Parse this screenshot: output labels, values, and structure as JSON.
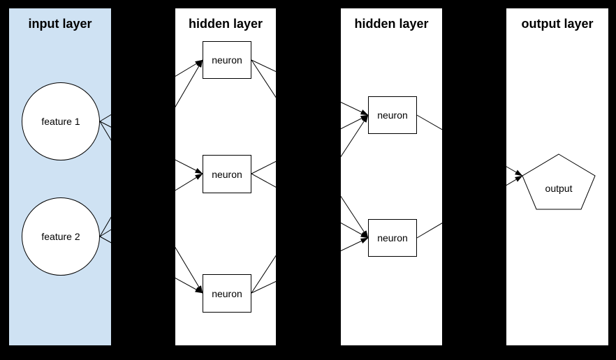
{
  "diagram": {
    "type": "neural-network",
    "background_color": "#000000",
    "line_color": "#000000",
    "layers": [
      {
        "title": "input layer",
        "panel_color": "#cfe2f3",
        "node_shape": "circle",
        "nodes": [
          {
            "label": "feature 1"
          },
          {
            "label": "feature 2"
          }
        ]
      },
      {
        "title": "hidden layer",
        "panel_color": "#ffffff",
        "node_shape": "rectangle",
        "nodes": [
          {
            "label": "neuron"
          },
          {
            "label": "neuron"
          },
          {
            "label": "neuron"
          }
        ]
      },
      {
        "title": "hidden layer",
        "panel_color": "#ffffff",
        "node_shape": "rectangle",
        "nodes": [
          {
            "label": "neuron"
          },
          {
            "label": "neuron"
          }
        ]
      },
      {
        "title": "output layer",
        "panel_color": "#ffffff",
        "node_shape": "pentagon",
        "nodes": [
          {
            "label": "output"
          }
        ]
      }
    ],
    "connections_note": "fully connected between consecutive layers, arrowheads point toward the right"
  }
}
